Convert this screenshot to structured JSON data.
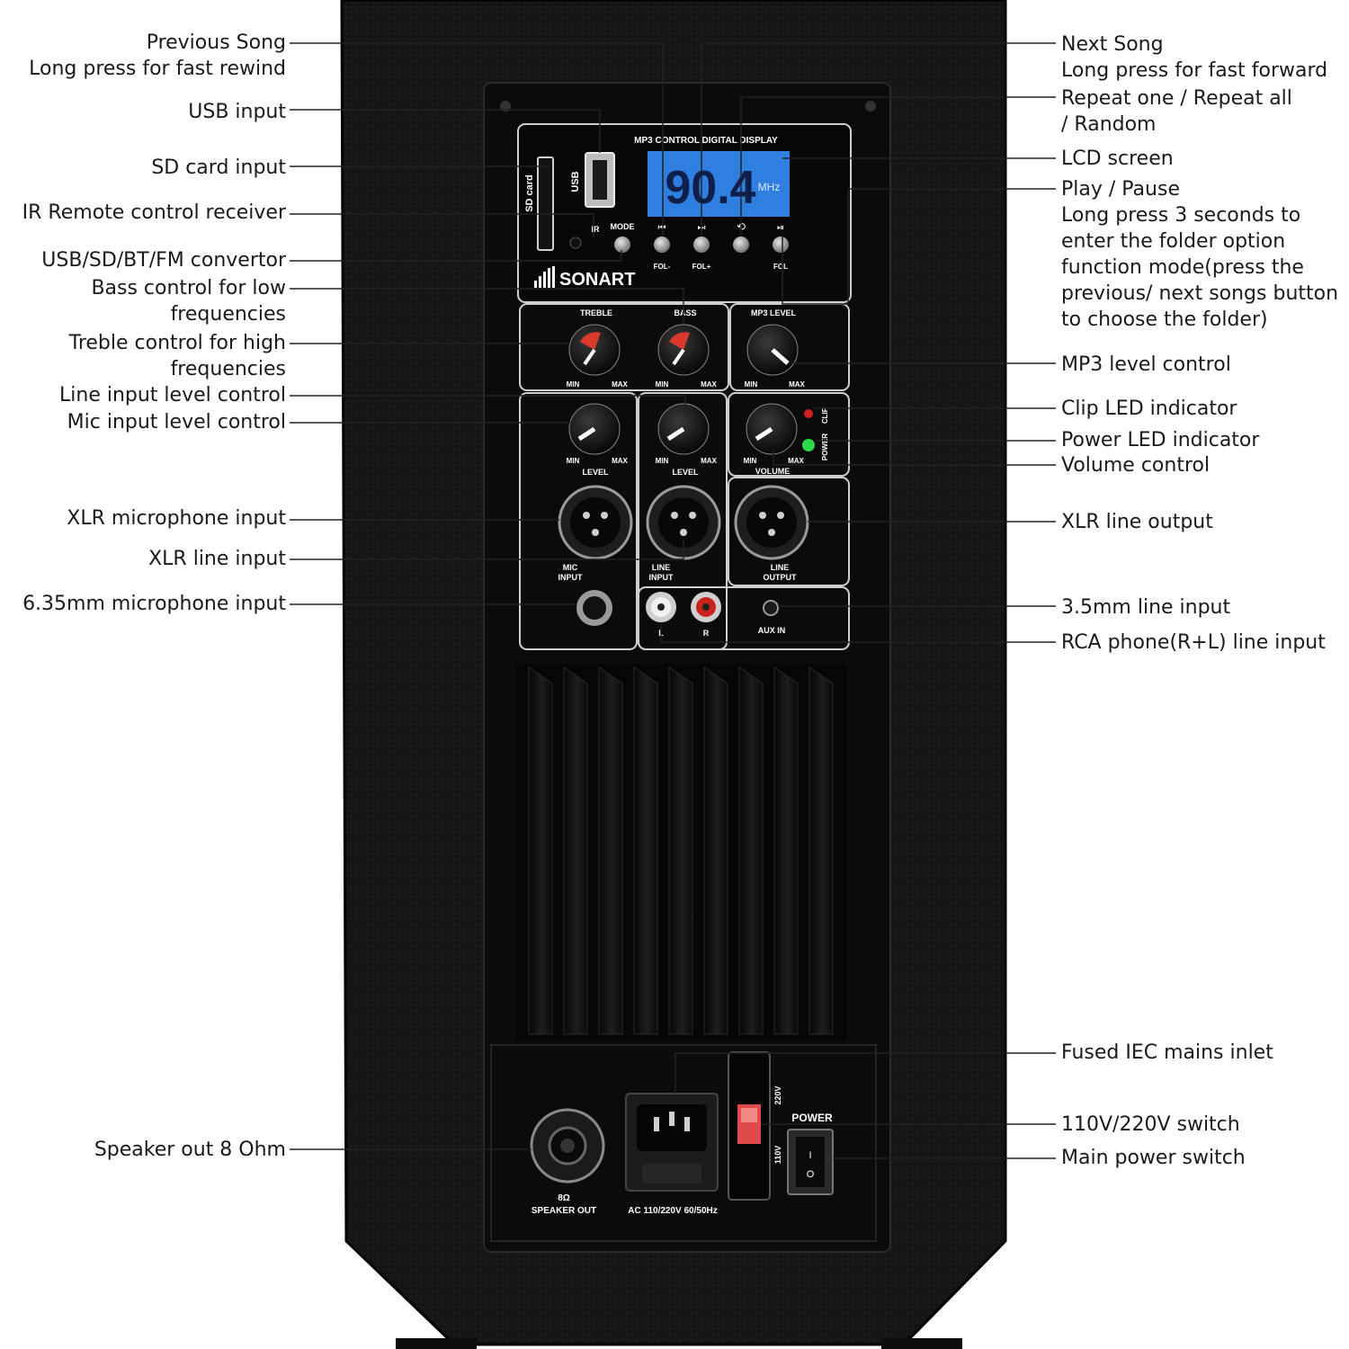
{
  "colors": {
    "cabinet": "#141414",
    "panel": "#0a0a0a",
    "lcd": "#2f7fe0",
    "knob_red": "#d93a2b",
    "led_red": "#d21f1f",
    "led_green": "#2fd84a",
    "rca_red": "#c8231c",
    "rca_white": "#f2f2f2"
  },
  "labels_left": {
    "previous_song": [
      "Previous Song",
      "Long press for fast rewind"
    ],
    "usb_input": [
      "USB input"
    ],
    "sd_card_input": [
      "SD card input"
    ],
    "ir_receiver": [
      "IR Remote control receiver"
    ],
    "convertor": [
      "USB/SD/BT/FM convertor"
    ],
    "bass_control": [
      "Bass control for low",
      "frequencies"
    ],
    "treble_control": [
      "Treble control for high",
      "frequencies"
    ],
    "line_level": [
      "Line input level control"
    ],
    "mic_level": [
      "Mic input level control"
    ],
    "xlr_mic": [
      "XLR microphone input"
    ],
    "xlr_line_in": [
      "XLR line input"
    ],
    "jack_mic": [
      "6.35mm microphone input"
    ],
    "speaker_out": [
      "Speaker out 8 Ohm"
    ]
  },
  "labels_right": {
    "next_song": [
      "Next Song",
      "Long press for fast forward"
    ],
    "repeat": [
      "Repeat one / Repeat all",
      "/ Random"
    ],
    "lcd_screen": [
      "LCD screen"
    ],
    "play_pause": [
      "Play / Pause",
      "Long press 3 seconds to",
      "enter the folder option",
      "function mode(press the",
      "previous/ next songs button",
      "to choose the folder)"
    ],
    "mp3_level": [
      "MP3 level control"
    ],
    "clip_led": [
      "Clip LED indicator"
    ],
    "power_led": [
      "Power LED indicator"
    ],
    "volume": [
      "Volume control"
    ],
    "xlr_line_out": [
      "XLR line output"
    ],
    "aux_in": [
      "3.5mm line input"
    ],
    "rca_in": [
      "RCA phone(R+L) line input"
    ],
    "iec_inlet": [
      "Fused IEC mains inlet"
    ],
    "voltage_switch": [
      "110V/220V switch"
    ],
    "power_switch": [
      "Main power switch"
    ]
  },
  "panel": {
    "mp3_title": "MP3 CONTROL DIGITAL DISPLAY",
    "usb": "USB",
    "sd_card": "SD card",
    "ir": "IR",
    "mode": "MODE",
    "prev_icon": "⏮",
    "next_icon": "⏭",
    "repeat_icon": "⟲",
    "play_icon": "⏯",
    "fol_minus": "FOL-",
    "fol_plus": "FOL+",
    "fol": "FOL",
    "lcd_value": "90.4",
    "lcd_unit": "MHz",
    "brand": "SONART",
    "treble": "TREBLE",
    "bass": "BASS",
    "mp3_level": "MP3 LEVEL",
    "min": "MIN",
    "max": "MAX",
    "level": "LEVEL",
    "volume": "VOLUME",
    "clip": "CLIP",
    "power_led": "POWER",
    "mic_input": [
      "MIC",
      "INPUT"
    ],
    "line_input": [
      "LINE",
      "INPUT"
    ],
    "line_output": [
      "LINE",
      "OUTPUT"
    ],
    "aux_in": "AUX IN",
    "l": "L",
    "r": "R"
  },
  "bottom": {
    "power": "POWER",
    "v220": "220V",
    "v110": "110V",
    "speaker_out": [
      "8Ω",
      "SPEAKER OUT"
    ],
    "ac": "AC 110/220V 60/50Hz",
    "switch_on": "I",
    "switch_off": "O"
  }
}
